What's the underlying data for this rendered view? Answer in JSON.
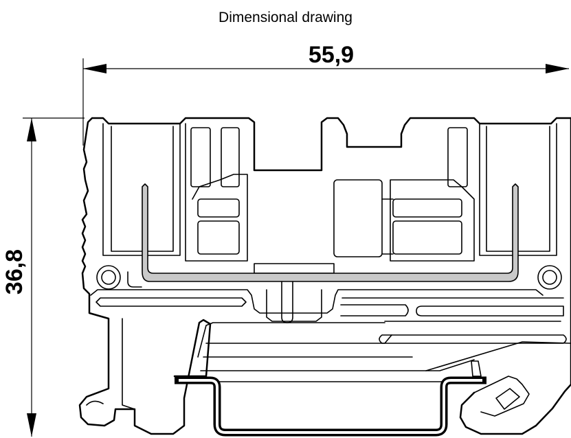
{
  "header": {
    "title": "Dimensional drawing"
  },
  "dimensions": {
    "width": {
      "value": "55,9"
    },
    "height": {
      "value": "36,8"
    }
  },
  "colors": {
    "line": "#000000",
    "fill_gray": "#c9c9c9",
    "background": "#ffffff"
  }
}
